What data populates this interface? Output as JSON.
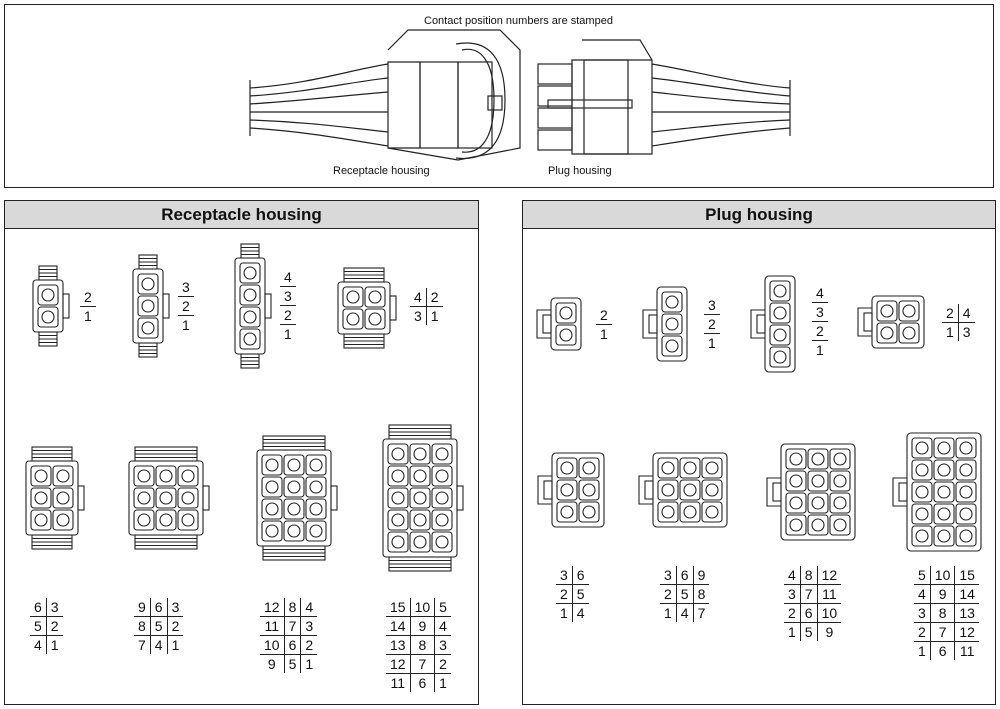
{
  "top": {
    "caption": "Contact position numbers are stamped",
    "receptacle_label": "Receptacle housing",
    "plug_label": "Plug housing"
  },
  "receptacle": {
    "title": "Receptacle housing",
    "singles": [
      [
        "2",
        "1"
      ],
      [
        "3",
        "2",
        "1"
      ],
      [
        "4",
        "3",
        "2",
        "1"
      ]
    ],
    "quad": [
      [
        "4",
        "2"
      ],
      [
        "3",
        "1"
      ]
    ],
    "grids": [
      [
        [
          "6",
          "3"
        ],
        [
          "5",
          "2"
        ],
        [
          "4",
          "1"
        ]
      ],
      [
        [
          "9",
          "6",
          "3"
        ],
        [
          "8",
          "5",
          "2"
        ],
        [
          "7",
          "4",
          "1"
        ]
      ],
      [
        [
          "12",
          "8",
          "4"
        ],
        [
          "11",
          "7",
          "3"
        ],
        [
          "10",
          "6",
          "2"
        ],
        [
          "9",
          "5",
          "1"
        ]
      ],
      [
        [
          "15",
          "10",
          "5"
        ],
        [
          "14",
          "9",
          "4"
        ],
        [
          "13",
          "8",
          "3"
        ],
        [
          "12",
          "7",
          "2"
        ],
        [
          "11",
          "6",
          "1"
        ]
      ]
    ]
  },
  "plug": {
    "title": "Plug housing",
    "singles": [
      [
        "2",
        "1"
      ],
      [
        "3",
        "2",
        "1"
      ],
      [
        "4",
        "3",
        "2",
        "1"
      ]
    ],
    "quad": [
      [
        "2",
        "4"
      ],
      [
        "1",
        "3"
      ]
    ],
    "grids": [
      [
        [
          "3",
          "6"
        ],
        [
          "2",
          "5"
        ],
        [
          "1",
          "4"
        ]
      ],
      [
        [
          "3",
          "6",
          "9"
        ],
        [
          "2",
          "5",
          "8"
        ],
        [
          "1",
          "4",
          "7"
        ]
      ],
      [
        [
          "4",
          "8",
          "12"
        ],
        [
          "3",
          "7",
          "11"
        ],
        [
          "2",
          "6",
          "10"
        ],
        [
          "1",
          "5",
          "9"
        ]
      ],
      [
        [
          "5",
          "10",
          "15"
        ],
        [
          "4",
          "9",
          "14"
        ],
        [
          "3",
          "8",
          "13"
        ],
        [
          "2",
          "7",
          "12"
        ],
        [
          "1",
          "6",
          "11"
        ]
      ]
    ]
  }
}
